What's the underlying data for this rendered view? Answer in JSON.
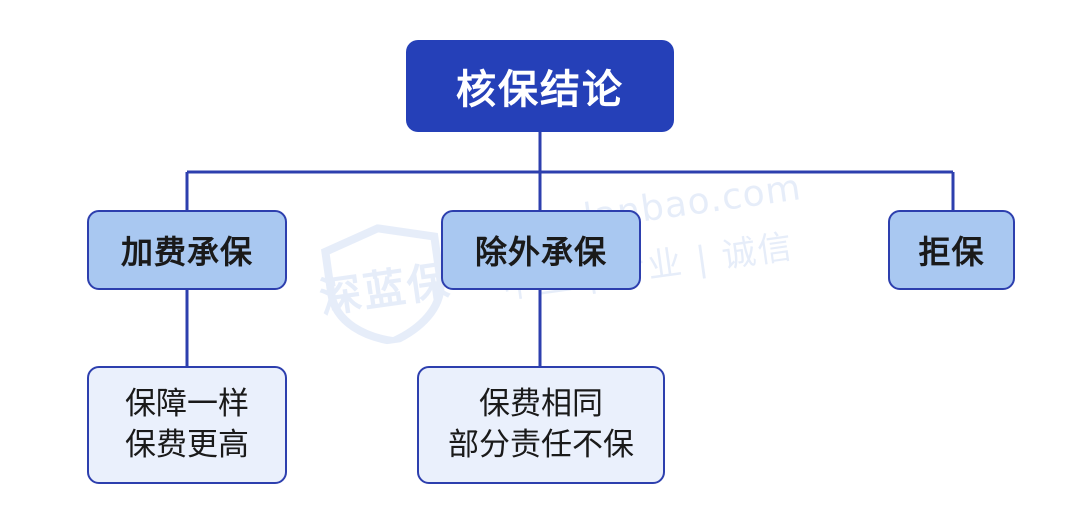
{
  "diagram": {
    "root": {
      "label": "核保结论"
    },
    "branches": [
      {
        "label": "加费承保",
        "detail_lines": [
          "保障一样",
          "保费更高"
        ]
      },
      {
        "label": "除外承保",
        "detail_lines": [
          "保费相同",
          "部分责任不保"
        ]
      },
      {
        "label": "拒保"
      }
    ]
  },
  "watermark": {
    "brand_name": "深蓝保",
    "url": "shenlanbao.com",
    "slogan": "中立 | 专业 | 诚信"
  },
  "colors": {
    "root_fill": "#2540b8",
    "branch_fill": "#a9c8f1",
    "detail_fill": "#eaf0fc",
    "border": "#2d3fae",
    "connector": "#2d3fae"
  }
}
